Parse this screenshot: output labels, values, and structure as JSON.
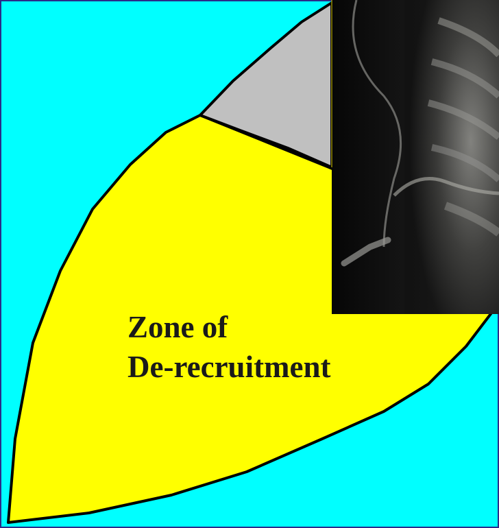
{
  "zone_label": {
    "line1": "Zone of",
    "line2": "De-recruitment"
  },
  "colors": {
    "background": "#00ffff",
    "zone_fill": "#ffff00",
    "upper_zone_fill": "#c0c0c0",
    "border": "#000000",
    "frame": "#2a2a8a"
  },
  "photo": {
    "type": "grayscale chest x-ray (partially visible)",
    "icon": "xray-image"
  }
}
